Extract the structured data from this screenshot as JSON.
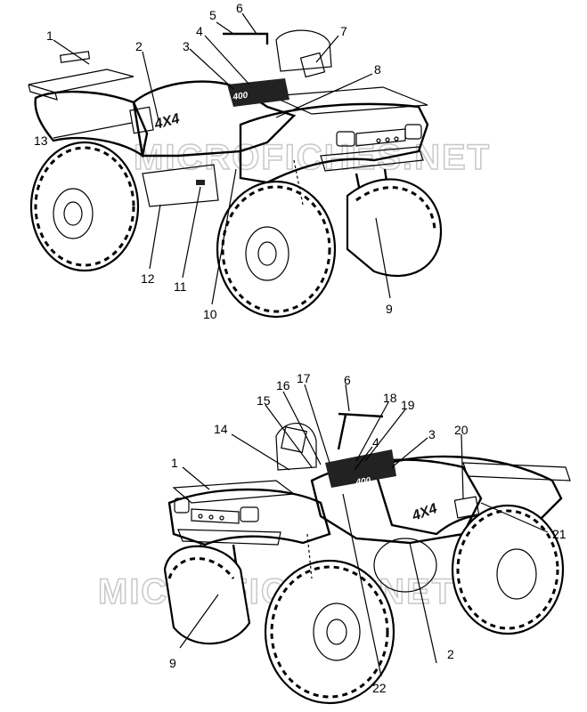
{
  "watermark": "MICROFICHES.NET",
  "decal_text": {
    "model_badge": "4X4",
    "engine": "400"
  },
  "top_view": {
    "callouts": [
      "1",
      "2",
      "3",
      "4",
      "5",
      "6",
      "7",
      "8",
      "9",
      "10",
      "11",
      "12",
      "13"
    ]
  },
  "bottom_view": {
    "callouts": [
      "1",
      "2",
      "3",
      "4",
      "6",
      "9",
      "14",
      "15",
      "16",
      "17",
      "18",
      "19",
      "20",
      "21",
      "22"
    ]
  }
}
